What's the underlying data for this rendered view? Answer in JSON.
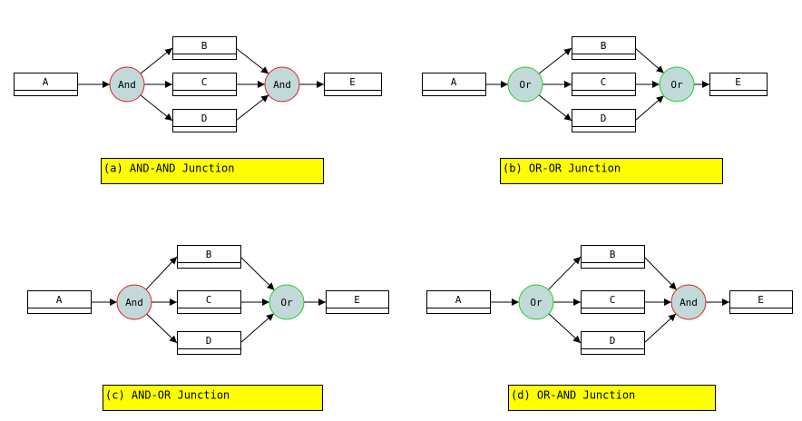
{
  "colors": {
    "caption_fill": "#ffff00",
    "junction_fill": "#c2d9d9",
    "and_stroke": "#e02020",
    "or_stroke": "#20d020",
    "line": "#000000",
    "node_fill": "#ffffff"
  },
  "panels": [
    {
      "caption": "(a) AND-AND Junction",
      "nodes": {
        "A": "A",
        "B": "B",
        "C": "C",
        "D": "D",
        "E": "E"
      },
      "split": {
        "label": "And",
        "kind": "and"
      },
      "join": {
        "label": "And",
        "kind": "and"
      }
    },
    {
      "caption": "(b) OR-OR Junction",
      "nodes": {
        "A": "A",
        "B": "B",
        "C": "C",
        "D": "D",
        "E": "E"
      },
      "split": {
        "label": "Or",
        "kind": "or"
      },
      "join": {
        "label": "Or",
        "kind": "or"
      }
    },
    {
      "caption": "(c) AND-OR Junction",
      "nodes": {
        "A": "A",
        "B": "B",
        "C": "C",
        "D": "D",
        "E": "E"
      },
      "split": {
        "label": "And",
        "kind": "and"
      },
      "join": {
        "label": "Or",
        "kind": "or"
      }
    },
    {
      "caption": "(d) OR-AND Junction",
      "nodes": {
        "A": "A",
        "B": "B",
        "C": "C",
        "D": "D",
        "E": "E"
      },
      "split": {
        "label": "Or",
        "kind": "or"
      },
      "join": {
        "label": "And",
        "kind": "and"
      }
    }
  ]
}
